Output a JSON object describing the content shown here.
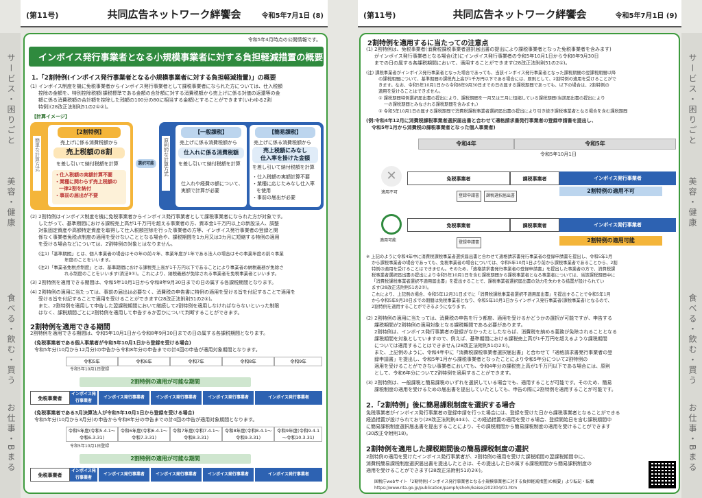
{
  "left_header": {
    "number": "(第11号)",
    "title": "共同広告ネットワーク絆饗会",
    "date": "令和5年7月1日 (8)"
  },
  "right_header": {
    "number": "(第11号)",
    "title": "共同広告ネットワーク絆饗会",
    "date": "令和5年7月1日 (9)"
  },
  "sidebar_left": [
    "サービス・困りごと",
    "美容・健康",
    "食べる・飲む・買う",
    "お仕事・Bまる"
  ],
  "sidebar_right": [
    "サービス・困りごと",
    "美容・健康",
    "食べる・飲む・買う",
    "お仕事・Bまる"
  ],
  "left": {
    "note_date": "令和5年4月時点の公開情報です。",
    "banner": "インボイス発行事業者となる小規模事業者に対する負担軽減措置の概要",
    "h1": "1.「2割特例(インボイス発行事業者となる小規模事業者に対する負担軽減措置)」の概要",
    "p1": [
      "(1) インボイス制度を機に免税事業者からインボイス発行事業者として課税事業者になられた方については、仕入税額",
      "控除の金額を、特別控除税額(課税標準である金額の合計額に対する消費税額から売上げに係る対価の返還等の金",
      "額に係る消費税額の合計額を控除した残額の100分の80に相当する金額)とすることができます(いわゆる2割",
      "特例)(28改正法附則51の2①②)。"
    ],
    "image_label": "【計算イメージ】",
    "special": {
      "title": "【2割特例】",
      "l1": "売上げに係る消費税額から",
      "l2": "売上税額の8割",
      "l3": "を差し引いて納付税額を計算",
      "b1": "・仕入税額の実額計算不要",
      "b2": "・業種に関わらず売上税額の",
      "b3": "一律2割を納付",
      "b4": "・事前の届出が不要"
    },
    "simple_left": "簡単な計算方式",
    "choose": "選択可能",
    "principle_left": "原則的な計算方式",
    "general": {
      "title": "【一般課税】",
      "l1": "売上げに係る消費税額から",
      "l2": "仕入れに係る消費税額",
      "l3": "を差し引いて納付税額を計算",
      "l4": "仕入れや経費の額について、",
      "l5": "実額で計算が必要"
    },
    "simplified": {
      "title": "【簡易課税】",
      "l1": "売上げに係る消費税額から",
      "l2": "売上税額にみなし",
      "l3": "仕入率を掛けた金額",
      "l4": "を差し引いて納付税額を計算",
      "b1": "・仕入税額の実額計算不要",
      "b2": "・業種に応じたみなし仕入率",
      "b3": "を使用",
      "b4": "・事前の届出が必要"
    },
    "p2": [
      "(2) 2割特例はインボイス制度を機に免税事業者からインボイス発行事業者として課税事業者になられた方が対象です。",
      "したがって、基準期間における課税売上高が1千万円を超える事業者の方、資本金1千万円以上の新設法人、調整",
      "対象固定資産や高額特定資産を取得して仕入税額控除を行った事業者の方等、インボイス発行事業者の登録と関",
      "係なく事業者免税点制度の適用を受けないこととなる場合や、課税期間を1カ月又は3カ月に短縮する特例の適用",
      "を受ける場合などについては、2割特例の対象とはなりません。"
    ],
    "n1": "(注1)「基準期間」とは、個人事業者の場合はその年の前々年、事業年度が1年である法人の場合はその事業年度の前々事業",
    "n1b": "年度のことをいいます。",
    "n2": "(注2)「事業者免税点制度」とは、基準期間における課税売上高が1千万円以下であることにより事業者の納税義務が免除さ",
    "n2b": "れる制度のことをいいます(消法9①)。これにより、納税義務が免除される事業者を免税事業者といいます。",
    "p3": "(3) 2割特例を適用できる期間は、令和5年10月1日から令和8年9月30日までの日の属する各課税期間となります。",
    "p4": [
      "(4) 2割特例の適用に当たっては、事前の届出は必要なく、消費税の申告書に特例の適用を受ける旨を付記することで適用を",
      "受ける旨を付記することで適用を受けることができます(28改正法附則51の2③)。",
      "また、2割特例を適用して申告した翌課税期間において継続して2割特例を適用しなければならないといった制限",
      "はなく、課税期間ごとに2割特例を適用して申告するか否かについて判断することができます。"
    ],
    "h_period": "2割特例を適用できる期間",
    "period_text": "2割特例を適用できる期間は、令和5年10月1日から令和8年9月30日までの日の属する各課税期間となります。",
    "sub1": "(免税事業者である個人事業者が令和5年10月1日から登録を受ける場合)",
    "sub1b": "令和5年分(10月から12月分)の申告から令和8年分の申告までの計4回の申告が適用対象期間となります。",
    "years1": [
      "令和5年",
      "令和6年",
      "令和7年",
      "令和8年",
      "令和9年"
    ],
    "reg_label1": "令和5年10月1日登録",
    "green_arrow1": "2割特例の適用が可能な期間",
    "bars1": [
      "免税事業者",
      "インボイス発行事業者",
      "インボイス発行事業者",
      "インボイス発行事業者",
      "インボイス発行事業者",
      "インボイス発行事業者"
    ],
    "sub2": "(免税事業者である3月決算法人が令和5年10月1日から登録を受ける場合)",
    "sub2b": "令和5年分(10月から3月分)の申告から令和8年分の申告までの計4回の申告が適用対象期間となります。",
    "years2": [
      "令和5年度(令和5.4.1～令和6.3.31)",
      "令和6年度(令和6.4.1～令和7.3.31)",
      "令和7年度(令和7.4.1～令和8.3.31)",
      "令和8年度(令和8.4.1～令和9.3.31)",
      "令和9年度(令和9.4.1～令和10.3.31)"
    ],
    "reg_label2": "令和5年10月1日登録",
    "green_arrow2": "2割特例の適用が可能な期間",
    "bars2": [
      "免税事業者",
      "インボイス発行事業者",
      "インボイス発行事業者",
      "インボイス発行事業者",
      "インボイス発行事業者",
      "インボイス発行事業者"
    ]
  },
  "right": {
    "h1": "2割特例を適用するに当たっての注意点",
    "p1": [
      "(1) 2割特例は、免税事業者(消費税課税事業者選択届出書の提出により課税事業者となった免税事業者を含みます)",
      "がインボイス発行事業者となる場合(注)にインボイス発行事業者の令和5年10月1日から令和8年9月30日",
      "までの日の属する各課税期間において、適用することができます(28改正法附則51の2①)。"
    ],
    "note": [
      "(注) 課税事業者がインボイス発行事業者となった場合であっても、当該インボイス発行事業者となった課税期間の翌課税期間以降",
      "の課税期間について、基準期間の課税売上高が1千万円以下である場合には、原則として、2割特例の適用を受けることがで",
      "きます。なお、令和5年10月1日から令和8年9月30日までの日の属する課税期間であっても、以下の場合は、2割特例の",
      "適用を受けることはできません。",
      "① 課税期間特例選択届出書の提出により、課税期間を一月又は三月に短縮している課税期間(当該届出書の提出により",
      "一の課税期間とみなされる課税期間を含みます。)",
      "② 令和5年10月1日の属する課税期間で消費税課税事業者選択届出書の提出により引き続き課税事業者となる場合を含む課税期間"
    ],
    "example": [
      "(例:令和4年12月に消費税課税事業者選択届出書と合わせて適格請求書発行事業者の登録申請書を提出し、",
      "令和5年1月から消費税の課税事業者となった個人事業者)"
    ],
    "year_a": "令和4年",
    "year_b": "令和5年",
    "date_label": "令和5年10月1日",
    "ng_label": "適用不可",
    "ok_label": "適用可能",
    "ng_bars": [
      "免税事業者",
      "課税事業者",
      "インボイス発行事業者"
    ],
    "ng_arrow": "2割特例の適用不可",
    "forms_ng": [
      "登録申請書",
      "課税選択届出書"
    ],
    "ok_bars": [
      "免税事業者",
      "課税事業者",
      "インボイス発行事業者"
    ],
    "ok_arrow": "2割特例の適用可能",
    "forms_ok": [
      "登録申請書"
    ],
    "star": [
      "※ 上記のように令和4年中に消費税課税事業者選択届出書と合わせて適格請求書発行事業者の登録申請書を提出し、令和5年1月",
      "から課税事業者の場合であっても、免税事業者の場合については、令和5年10月1日より前から課税事業者であることから、2割",
      "特例の適用を受けることはできません。そのため、「適格請求書発行事業者の登録申請書」を提出した事業者の方で、消費税課",
      "税事業者選択届出書の提出により令和5年10月1日を含む課税期間から課税事業者となる事業者については、当該課税期間中に",
      "「消費税課税事業者選択不適用届出書」を提出することで、課税事業者選択届出書の効力を失わせる措置が設けられてい",
      "ます(28改正法附則51の2⑤)。",
      "これにより、上記例の場合、令和5年12月31日までに「消費税課税事業者選択不適用届出書」を提出することで令和5年1月",
      "から令和5年9月30日までの期間は免税事業者となり、令和5年10月1日からインボイス発行事業者(課税事業者)となるので、",
      "2割特例を適用することができるようになります。"
    ],
    "p2": [
      "(2) 2割特例の適用に当たっては、消費税の申告を行う都度、適用を受けるかどうかの選択が可能ですが、申告する",
      "課税期間が2割特例の適用対象となる課税期間である必要があります。",
      "2割特例は、インボイス発行事業者の登録がなかったとしたならば、消費税を納める義務が免除されることとなる",
      "課税期間を対象としていますので、例えば、基準期間における課税売上高が1千万円を超えるような課税期間",
      "については適用することはできません(28改正法附則51の2①)。",
      "また、上記例のように、令和4年中に「消費税課税事業者選択届出書」と合わせて「適格請求書発行事業者の登",
      "録申請書」を提出し、令和5年1月から課税事業者となったことにより令和5年分について2割特例の",
      "適用を受けることができない事業者においても、令和4年分の課税売上高が1千万円以下である場合には、原則",
      "として、令和6年分について2割特例を適用することができます。"
    ],
    "p3": [
      "(3) 2割特例は、一般課税と簡易課税のいずれを選択している場合でも、適用することが可能です。そのため、簡易",
      "課税制度の適用を受けるための届出書を提出していたとしても、申告の際に2割特例を適用することが可能です。"
    ],
    "h2": "2.「2割特例」後に簡易課税制度を選択する場合",
    "p4": [
      "免税事業者がインボイス発行事業者の登録申請を行った場合には、登録を受けた日から課税事業者となることができる",
      "経過措置が設けられており(28改正法附則44④)、この経過措置の適用を受ける場合、登録開始日を含む課税期間中",
      "に簡易課税制度選択届出書を提出することにより、その課税期間から簡易課税制度の適用を受けることができます",
      "(30改正令附則18)。"
    ],
    "h3": "2割特例を適用した課税期間後の簡易課税制度の選択",
    "p5": [
      "2割特例の適用を受けたインボイス発行事業者が、2割特例の適用を受けた課税期間の翌課税期間中に、",
      "消費税簡易課税制度選択届出書を提出したときは、その提出した日の属する課税期間から簡易課税制度の",
      "適用を受けることができます(28改正法附則51の2⑥)。"
    ],
    "footer": [
      "国税庁webサイト「2割特例(インボイス発行事業者となる小規模事業者に対する負担軽減措置)の概要」より転記・転載",
      "https://www.nta.go.jp/publication/pamph/shohi/kaisei/202304/01.htm"
    ]
  }
}
